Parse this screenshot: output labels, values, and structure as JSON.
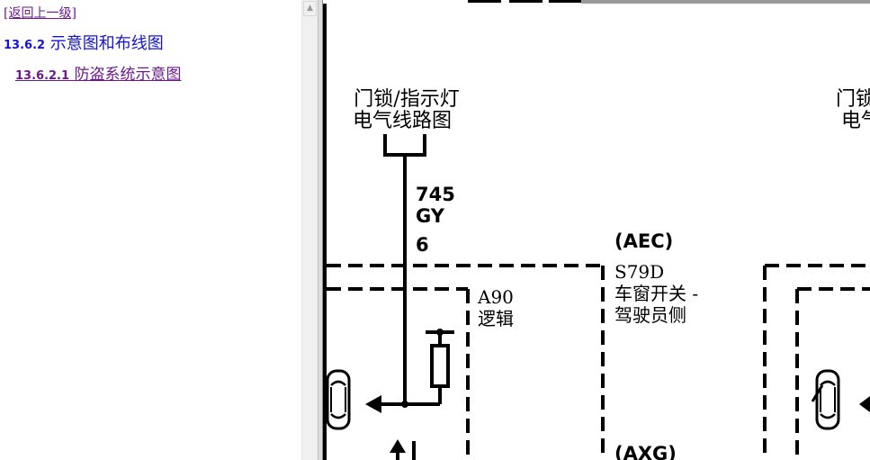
{
  "nav": {
    "back_link": "[返回上一级]",
    "section": {
      "number": "13.6.2",
      "title": "示意图和布线图"
    },
    "subsection": {
      "number": "13.6.2.1",
      "title": "防盗系统示意图"
    }
  },
  "diagram": {
    "ref_left": {
      "line1": "门锁/指示灯",
      "line2": "电气线路图"
    },
    "ref_right": {
      "line1": "门锁",
      "line2": "电气"
    },
    "wire": {
      "circuit": "745",
      "color": "GY",
      "pin": "6"
    },
    "aec_label": "(AEC)",
    "axg_label": "(AXG)",
    "module_a90": {
      "code": "A90",
      "name": "逻辑"
    },
    "switch_s79d": {
      "code": "S79D",
      "line1": "车窗开关 -",
      "line2": "驾驶员侧"
    }
  }
}
